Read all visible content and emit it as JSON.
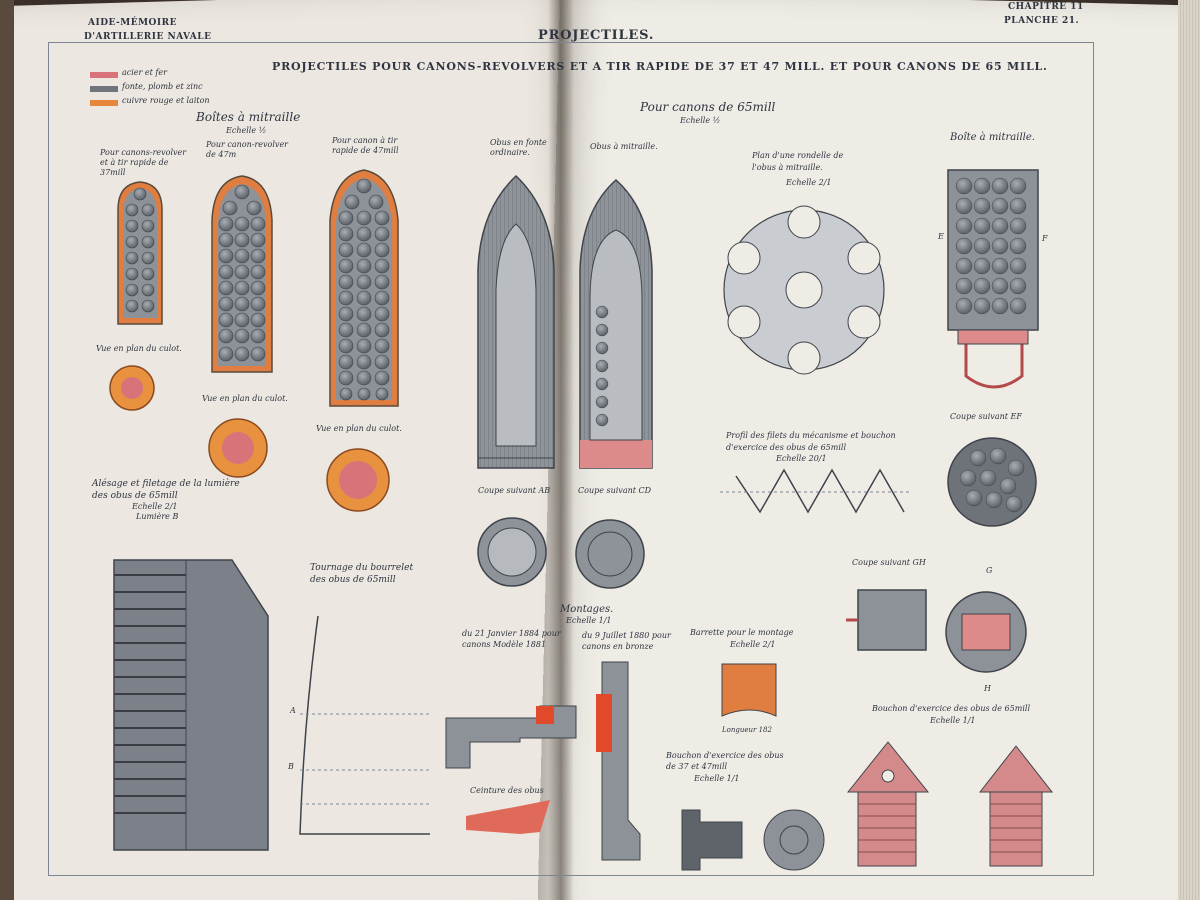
{
  "header": {
    "left_line1": "AIDE-MÉMOIRE",
    "left_line2": "D'ARTILLERIE NAVALE",
    "center": "PROJECTILES.",
    "right_line1": "CHAPITRE 11",
    "right_line2": "PLANCHE 21."
  },
  "plate_title": "PROJECTILES POUR CANONS-REVOLVERS ET A TIR RAPIDE DE 37 ET 47 MILL. ET POUR CANONS DE 65 MILL.",
  "legend": [
    {
      "label": "acier et fer",
      "color": "#d8737a"
    },
    {
      "label": "fonte, plomb et zinc",
      "color": "#70757d"
    },
    {
      "label": "cuivre rouge et laiton",
      "color": "#e6863a"
    }
  ],
  "left_section": {
    "heading": "Boîtes à mitraille",
    "scale": "Echelle ½",
    "col1": "Pour canons-revolver et à tir rapide de 37mill",
    "col2": "Pour canon-revolver de 47m",
    "col3": "Pour canon à tir rapide de 47mill",
    "base_view1": "Vue en plan du culot.",
    "base_view2": "Vue en plan du culot.",
    "base_view3": "Vue en plan du culot.",
    "boring": "Alésage et filetage de la lumière des obus de 65mill",
    "boring_scale": "Echelle 2/1",
    "boring_sub": "Lumière B",
    "turning": "Tournage du bourrelet des obus de 65mill",
    "label_a": "A",
    "label_b": "B"
  },
  "right_section": {
    "heading": "Pour canons de 65mill",
    "scale": "Echelle ½",
    "shell_ordinary": "Obus en fonte ordinaire.",
    "shell_shrapnel": "Obus à mitraille.",
    "washer_plan": "Plan d'une rondelle de l'obus à mitraille.",
    "washer_scale": "Echelle 2/1",
    "canister": "Boîte à mitraille.",
    "section_ab": "Coupe suivant AB",
    "section_cd": "Coupe suivant CD",
    "section_ef": "Coupe suivant EF",
    "section_gh": "Coupe suivant GH",
    "thread_profile": "Profil des filets du mécanisme et bouchon d'exercice des obus de 65mill",
    "thread_scale": "Echelle 20/1",
    "mounting": "Montages.",
    "mounting_scale": "Echelle 1/1",
    "mount1": "du 21 Janvier 1884 pour canons Modèle 1881",
    "mount2": "du 9 Juillet 1880 pour canons en bronze",
    "band": "Ceinture des obus",
    "bar_title": "Barrette pour le montage",
    "bar_scale": "Echelle 2/1",
    "bar_length": "Longueur 182",
    "plug_small": "Bouchon d'exercice des obus de 37 et 47mill",
    "plug_small_scale": "Echelle 1/1",
    "plug_65": "Bouchon d'exercice des obus de 65mill",
    "plug_65_scale": "Echelle 1/1",
    "label_g": "G",
    "label_h": "H",
    "label_e": "E",
    "label_f": "F"
  }
}
